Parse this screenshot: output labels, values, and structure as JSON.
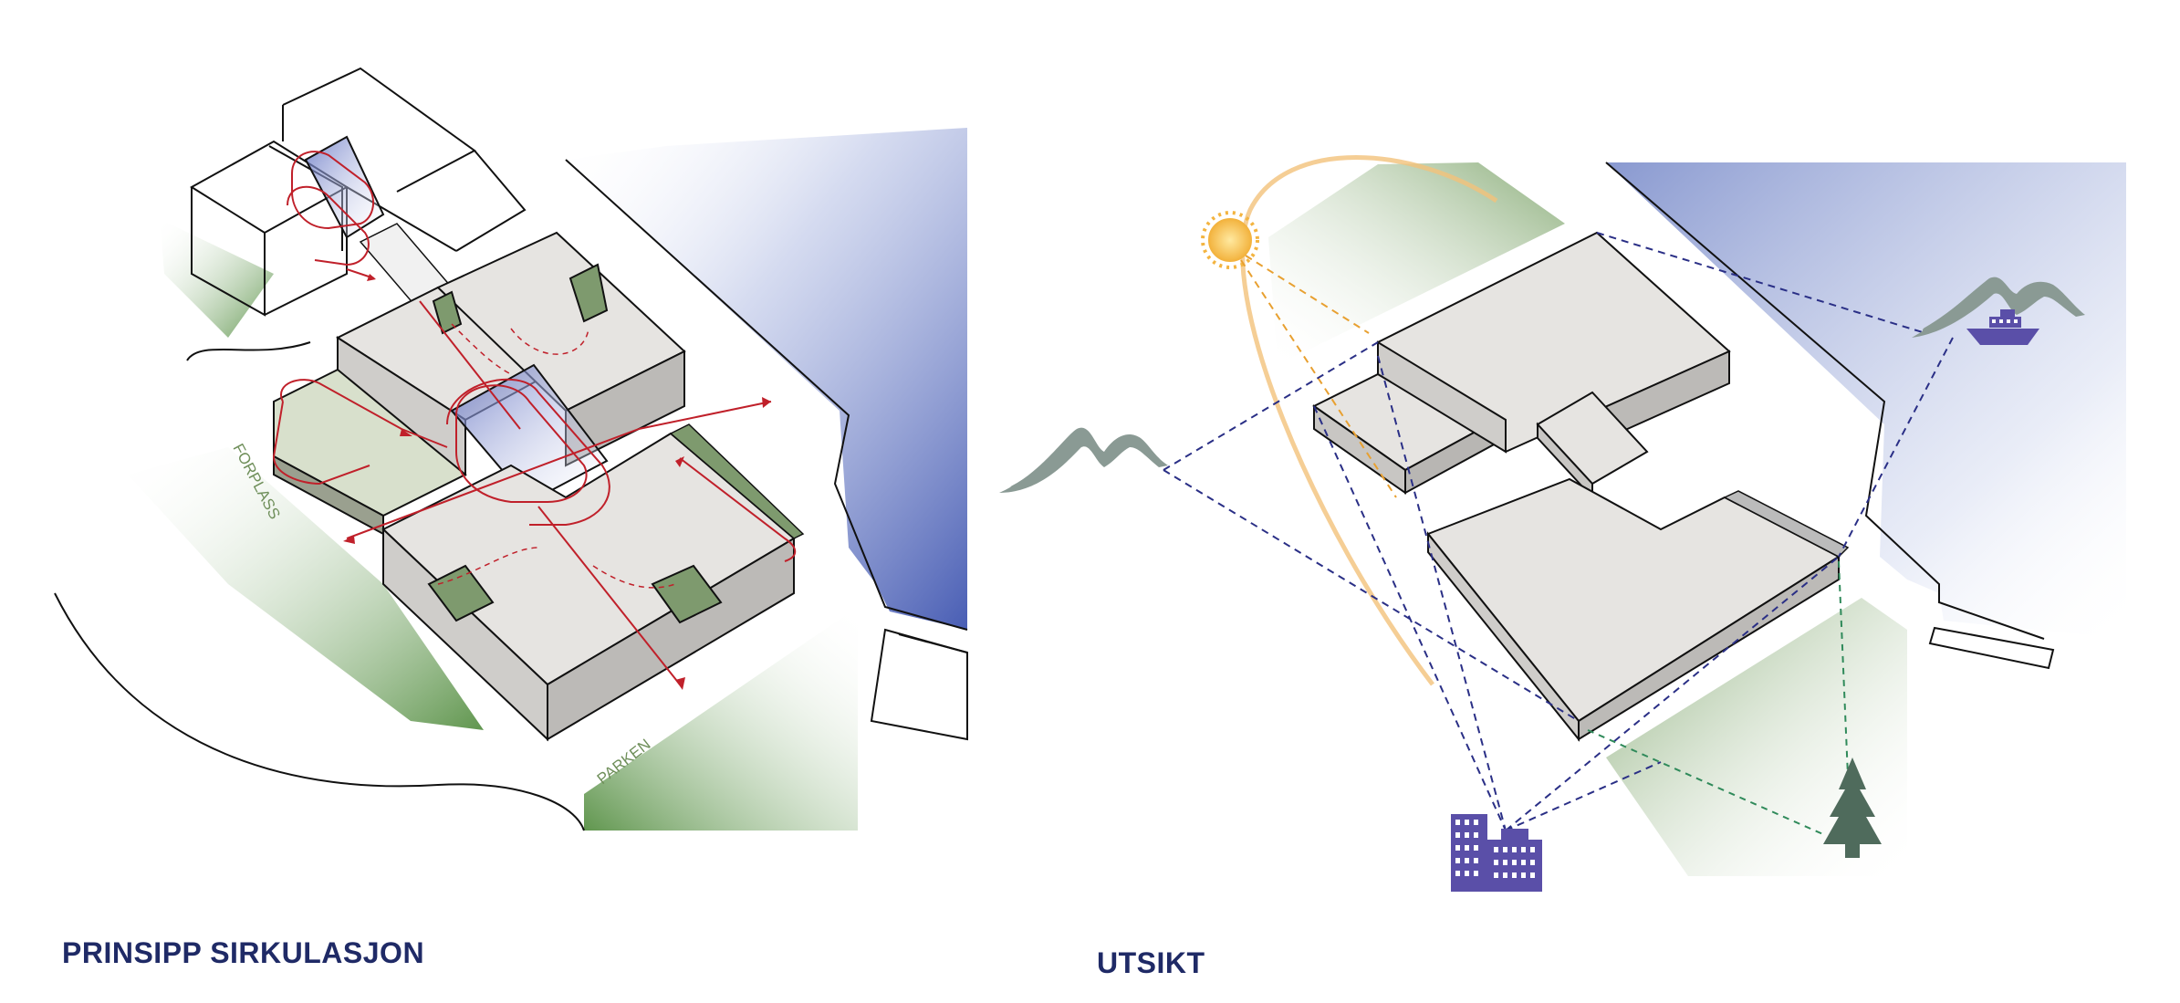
{
  "left_panel": {
    "caption": "PRINSIPP SIRKULASJON",
    "labels": {
      "plaza": "FORPLASS",
      "park": "PARKEN"
    }
  },
  "right_panel": {
    "caption": "UTSIKT",
    "icons": [
      "sun-icon",
      "mountain-icon",
      "mountain-icon",
      "ship-icon",
      "city-buildings-icon",
      "tree-icon"
    ]
  },
  "colors": {
    "caption": "#1f2a66",
    "circulation_red": "#c0202a",
    "view_line_blue": "#2a2f86",
    "sun_line_orange": "#e8a030",
    "tree_line_green": "#2f8a5a",
    "icon_purple": "#5a4fa8",
    "mountain_gray": "#8a9a94",
    "green_area": "#6f9a5a",
    "water_blue": "#7c8ec9",
    "building_fill": "#e6e4e1"
  }
}
